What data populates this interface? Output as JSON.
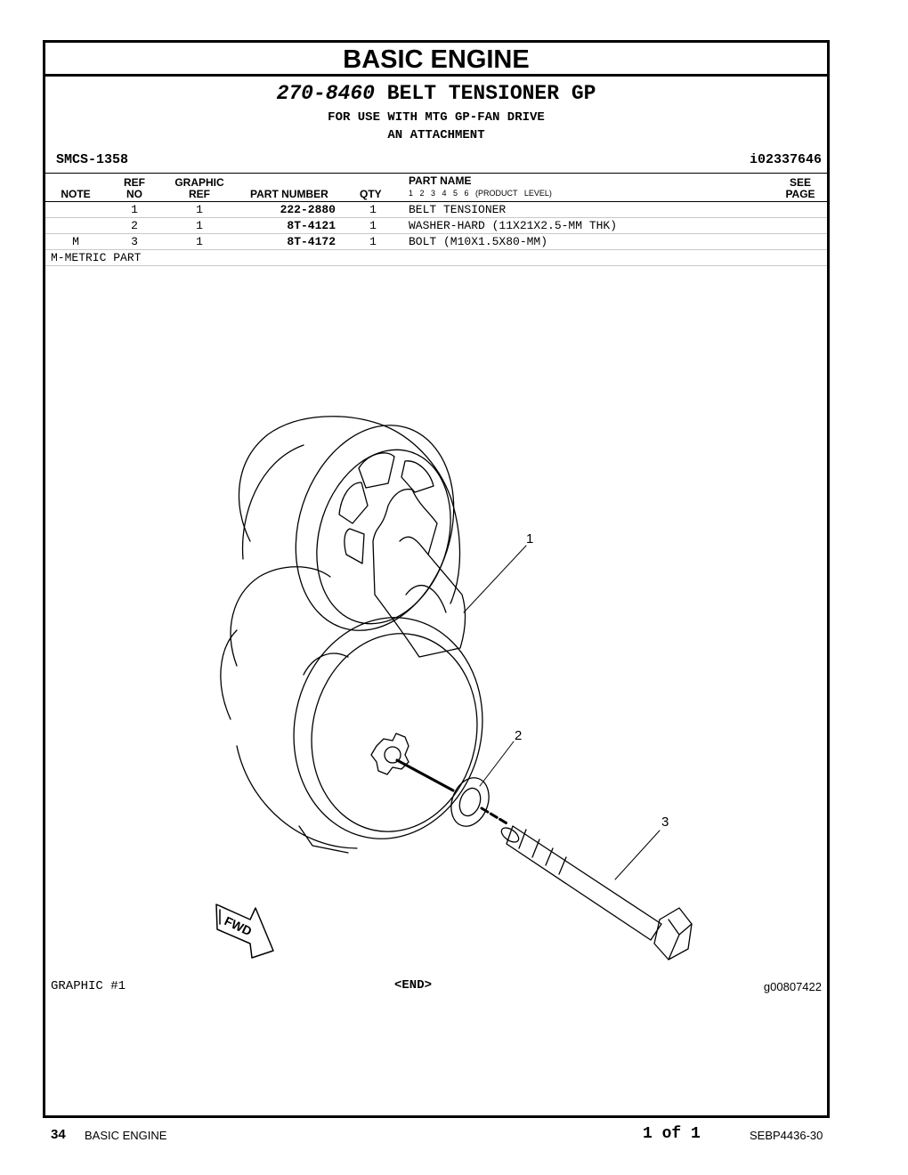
{
  "section_title": "BASIC ENGINE",
  "group": {
    "part_number": "270-8460",
    "name": "BELT TENSIONER GP",
    "usage_line1": "FOR USE WITH MTG GP-FAN DRIVE",
    "usage_line2": "AN ATTACHMENT"
  },
  "smcs": "SMCS-1358",
  "info_id": "i02337646",
  "table": {
    "headers": {
      "note": "NOTE",
      "ref_no_1": "REF",
      "ref_no_2": "NO",
      "graphic_ref_1": "GRAPHIC",
      "graphic_ref_2": "REF",
      "part_number": "PART NUMBER",
      "qty": "QTY",
      "part_name": "PART NAME",
      "levels": "1 2 3 4 5 6 (PRODUCT LEVEL)",
      "see_page_1": "SEE",
      "see_page_2": "PAGE"
    },
    "rows": [
      {
        "note": "",
        "ref_no": "1",
        "graphic_ref": "1",
        "part_number": "222-2880",
        "qty": "1",
        "part_name": "BELT TENSIONER"
      },
      {
        "note": "",
        "ref_no": "2",
        "graphic_ref": "1",
        "part_number": "8T-4121",
        "qty": "1",
        "part_name": "WASHER-HARD (11X21X2.5-MM THK)"
      },
      {
        "note": "M",
        "ref_no": "3",
        "graphic_ref": "1",
        "part_number": "8T-4172",
        "qty": "1",
        "part_name": "BOLT (M10X1.5X80-MM)"
      }
    ],
    "footnote": "M-METRIC PART"
  },
  "graphic": {
    "callouts": [
      "1",
      "2",
      "3"
    ],
    "fwd_label": "FWD",
    "graphic_label": "GRAPHIC #1",
    "end_marker": "<END>",
    "graphic_number": "g00807422"
  },
  "footer": {
    "page_number": "34",
    "page_title": "BASIC ENGINE",
    "page_of": "1 of 1",
    "publication": "SEBP4436-30"
  }
}
